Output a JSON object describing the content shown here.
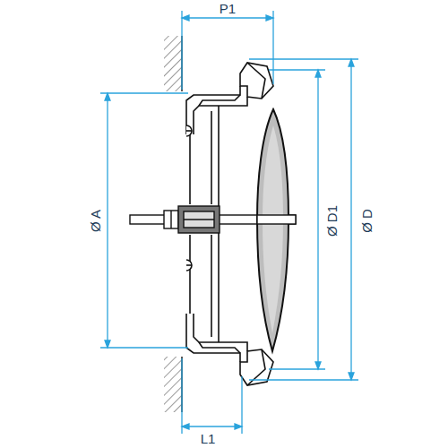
{
  "diagram": {
    "labels": [
      "P1",
      "Ø A",
      "Ø D1",
      "Ø D",
      "L1"
    ]
  }
}
